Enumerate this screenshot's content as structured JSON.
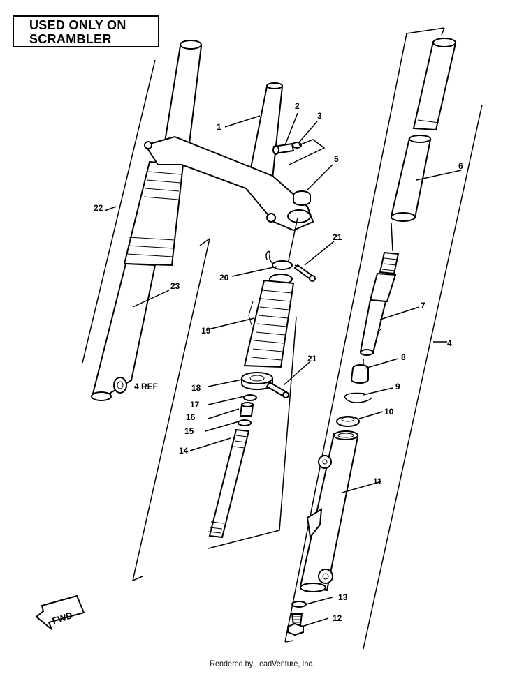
{
  "note": {
    "line1": "USED ONLY ON",
    "line2": "SCRAMBLER"
  },
  "footer": {
    "text": "Rendered by LeadVenture, Inc."
  },
  "direction_marker": {
    "label": "FWD"
  },
  "callouts": {
    "c1": "1",
    "c2": "2",
    "c3": "3",
    "c4": "4",
    "c4ref": "4 REF",
    "c5": "5",
    "c6": "6",
    "c7": "7",
    "c8": "8",
    "c9": "9",
    "c10": "10",
    "c11": "11",
    "c12": "12",
    "c13": "13",
    "c14": "14",
    "c15": "15",
    "c16": "16",
    "c17": "17",
    "c18": "18",
    "c19": "19",
    "c20": "20",
    "c21a": "21",
    "c21b": "21",
    "c22": "22",
    "c23": "23"
  }
}
